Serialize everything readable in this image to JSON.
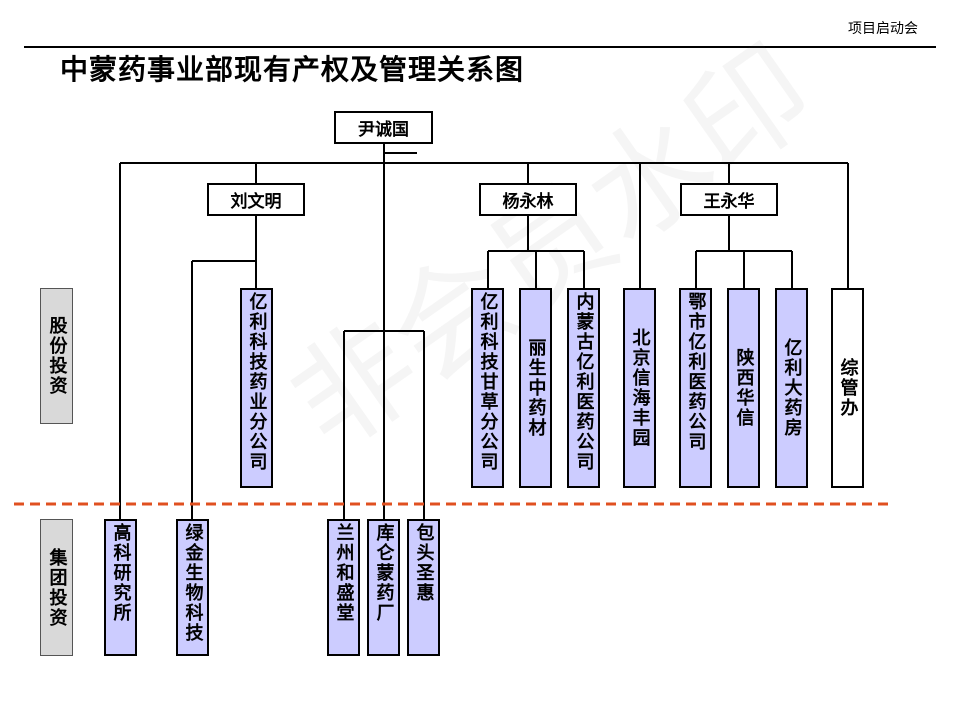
{
  "header": {
    "tag": "项目启动会",
    "title": "中蒙药事业部现有产权及管理关系图"
  },
  "watermark": "非会员水印",
  "side_labels": {
    "equity": "股份投资",
    "group": "集团投资"
  },
  "people": {
    "root": "尹诚国",
    "liu": "刘文明",
    "yang": "杨永林",
    "wang": "王永华"
  },
  "units": {
    "gaoke": "高科研究所",
    "lvjin": "绿金生物科技",
    "yili_keji_yao": "亿利科技药业分公司",
    "lanzhou": "兰州和盛堂",
    "kulun": "库仑蒙药厂",
    "baotou": "包头圣惠",
    "yili_gancao": "亿利科技甘草分公司",
    "lisheng": "丽生中药材",
    "nmg_yili": "内蒙古亿利医药公司",
    "beijing": "北京信海丰园",
    "eshi": "鄂市亿利医药公司",
    "shaanxi": "陕西华信",
    "yili_dayaofang": "亿利大药房",
    "zongguan": "综管办"
  },
  "colors": {
    "unit_fill": "#ccccff",
    "side_fill": "#d9d9d9",
    "divider": "#e05020"
  }
}
